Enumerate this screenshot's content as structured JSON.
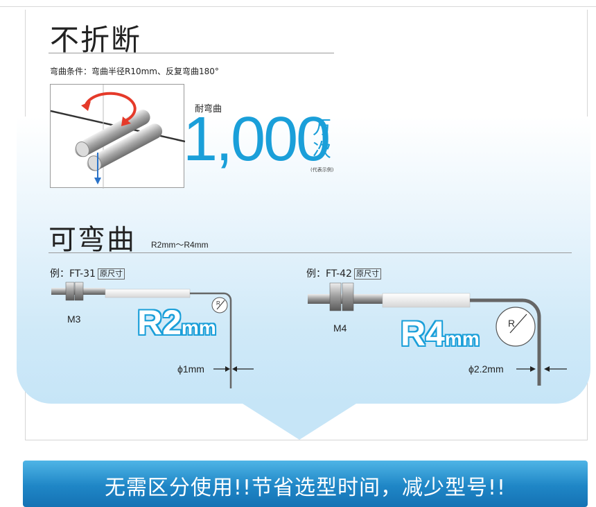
{
  "section1": {
    "title": "不折断",
    "condition": "弯曲条件：弯曲半径R10mm、反复弯曲180°",
    "durability_label": "耐弯曲",
    "count": "1,000",
    "unit_line1": "万",
    "unit_line2": "次",
    "note": "(代表示例)"
  },
  "section2": {
    "title": "可弯曲",
    "range": "R2mm～R4mm",
    "example1": {
      "prefix": "例：FT-31",
      "tag": "原尺寸",
      "thread": "M3",
      "radius_value": "R2",
      "radius_unit": "mm",
      "radius_symbol": "R",
      "diameter": "ϕ1mm"
    },
    "example2": {
      "prefix": "例：FT-42",
      "tag": "原尺寸",
      "thread": "M4",
      "radius_value": "R4",
      "radius_unit": "mm",
      "radius_symbol": "R",
      "diameter": "ϕ2.2mm"
    }
  },
  "banner": {
    "text": "无需区分使用!!节省选型时间，减少型号!!"
  },
  "colors": {
    "accent": "#1a9fd9",
    "banner": "#1f86c6",
    "panel": "#c6e5f7"
  }
}
